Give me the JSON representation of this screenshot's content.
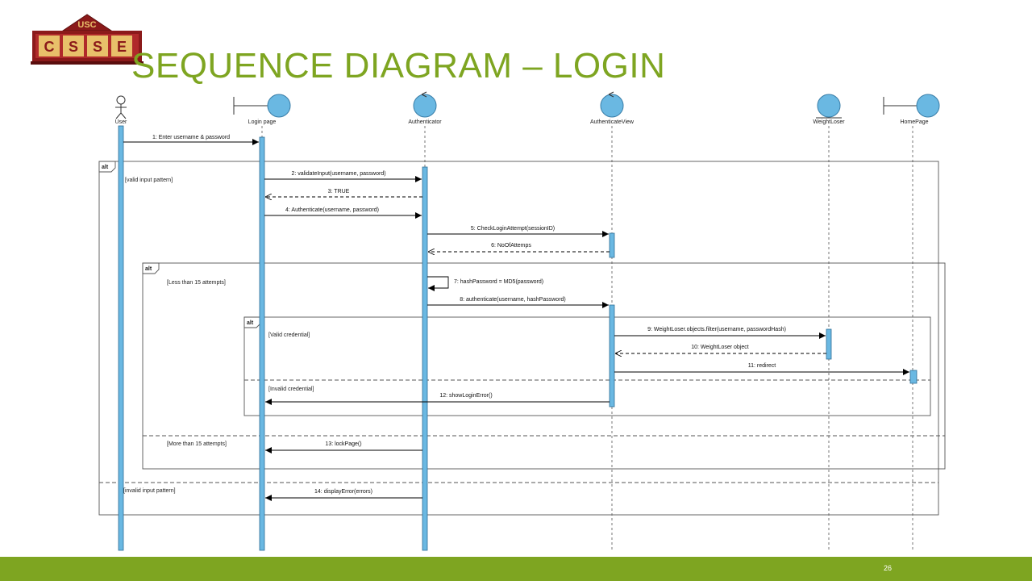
{
  "slide": {
    "title": "SEQUENCE DIAGRAM – LOGIN",
    "page_number": "26",
    "logo": {
      "top_text": "USC",
      "letters": [
        "C",
        "S",
        "S",
        "E"
      ]
    },
    "colors": {
      "accent": "#7ea521",
      "activation": "#6ab8e2",
      "lifeline_head": "#6ab8e2",
      "logo_red": "#8b1a1a",
      "logo_gold": "#e8c06a"
    }
  },
  "diagram": {
    "lifelines": [
      {
        "id": "user",
        "label": "User",
        "kind": "actor"
      },
      {
        "id": "login",
        "label": "Login page",
        "kind": "boundary"
      },
      {
        "id": "auth",
        "label": "Authenticator",
        "kind": "control"
      },
      {
        "id": "authview",
        "label": "AuthenticateView",
        "kind": "control"
      },
      {
        "id": "wl",
        "label": "WeightLoser",
        "kind": "entity"
      },
      {
        "id": "home",
        "label": "HomePage",
        "kind": "boundary"
      }
    ],
    "messages": [
      {
        "label": "1: Enter username & password",
        "from": "user",
        "to": "login",
        "style": "sync"
      },
      {
        "label": "2: validateInput(username, password)",
        "from": "login",
        "to": "auth",
        "style": "sync"
      },
      {
        "label": "3: TRUE",
        "from": "auth",
        "to": "login",
        "style": "return"
      },
      {
        "label": "4: Authenticate(username, password)",
        "from": "login",
        "to": "auth",
        "style": "sync"
      },
      {
        "label": "5: CheckLoginAttempt(sessionID)",
        "from": "auth",
        "to": "authview",
        "style": "sync"
      },
      {
        "label": "6: NoOfAttemps",
        "from": "authview",
        "to": "auth",
        "style": "return"
      },
      {
        "label": "7: hashPassword = MD5(password)",
        "from": "auth",
        "to": "auth",
        "style": "self"
      },
      {
        "label": "8: authenticate(username, hashPassword)",
        "from": "auth",
        "to": "authview",
        "style": "sync"
      },
      {
        "label": "9: WeightLoser.objects.filter(username, passwordHash)",
        "from": "authview",
        "to": "wl",
        "style": "sync"
      },
      {
        "label": "10: WeightLoser object",
        "from": "wl",
        "to": "authview",
        "style": "return"
      },
      {
        "label": "11: redirect",
        "from": "authview",
        "to": "home",
        "style": "sync"
      },
      {
        "label": "12: showLoginError()",
        "from": "authview",
        "to": "login",
        "style": "sync"
      },
      {
        "label": "13: lockPage()",
        "from": "auth",
        "to": "login",
        "style": "sync"
      },
      {
        "label": "14: displayError(errors)",
        "from": "auth",
        "to": "login",
        "style": "sync"
      }
    ],
    "fragments": [
      {
        "operator": "alt",
        "guards": [
          "[valid input pattern]",
          "[invalid input pattern]"
        ]
      },
      {
        "operator": "alt",
        "guards": [
          "[Less than 15 attempts]",
          "[More than 15 attempts]"
        ]
      },
      {
        "operator": "alt",
        "guards": [
          "[Valid credential]",
          "[Invalid credential]"
        ]
      }
    ]
  }
}
